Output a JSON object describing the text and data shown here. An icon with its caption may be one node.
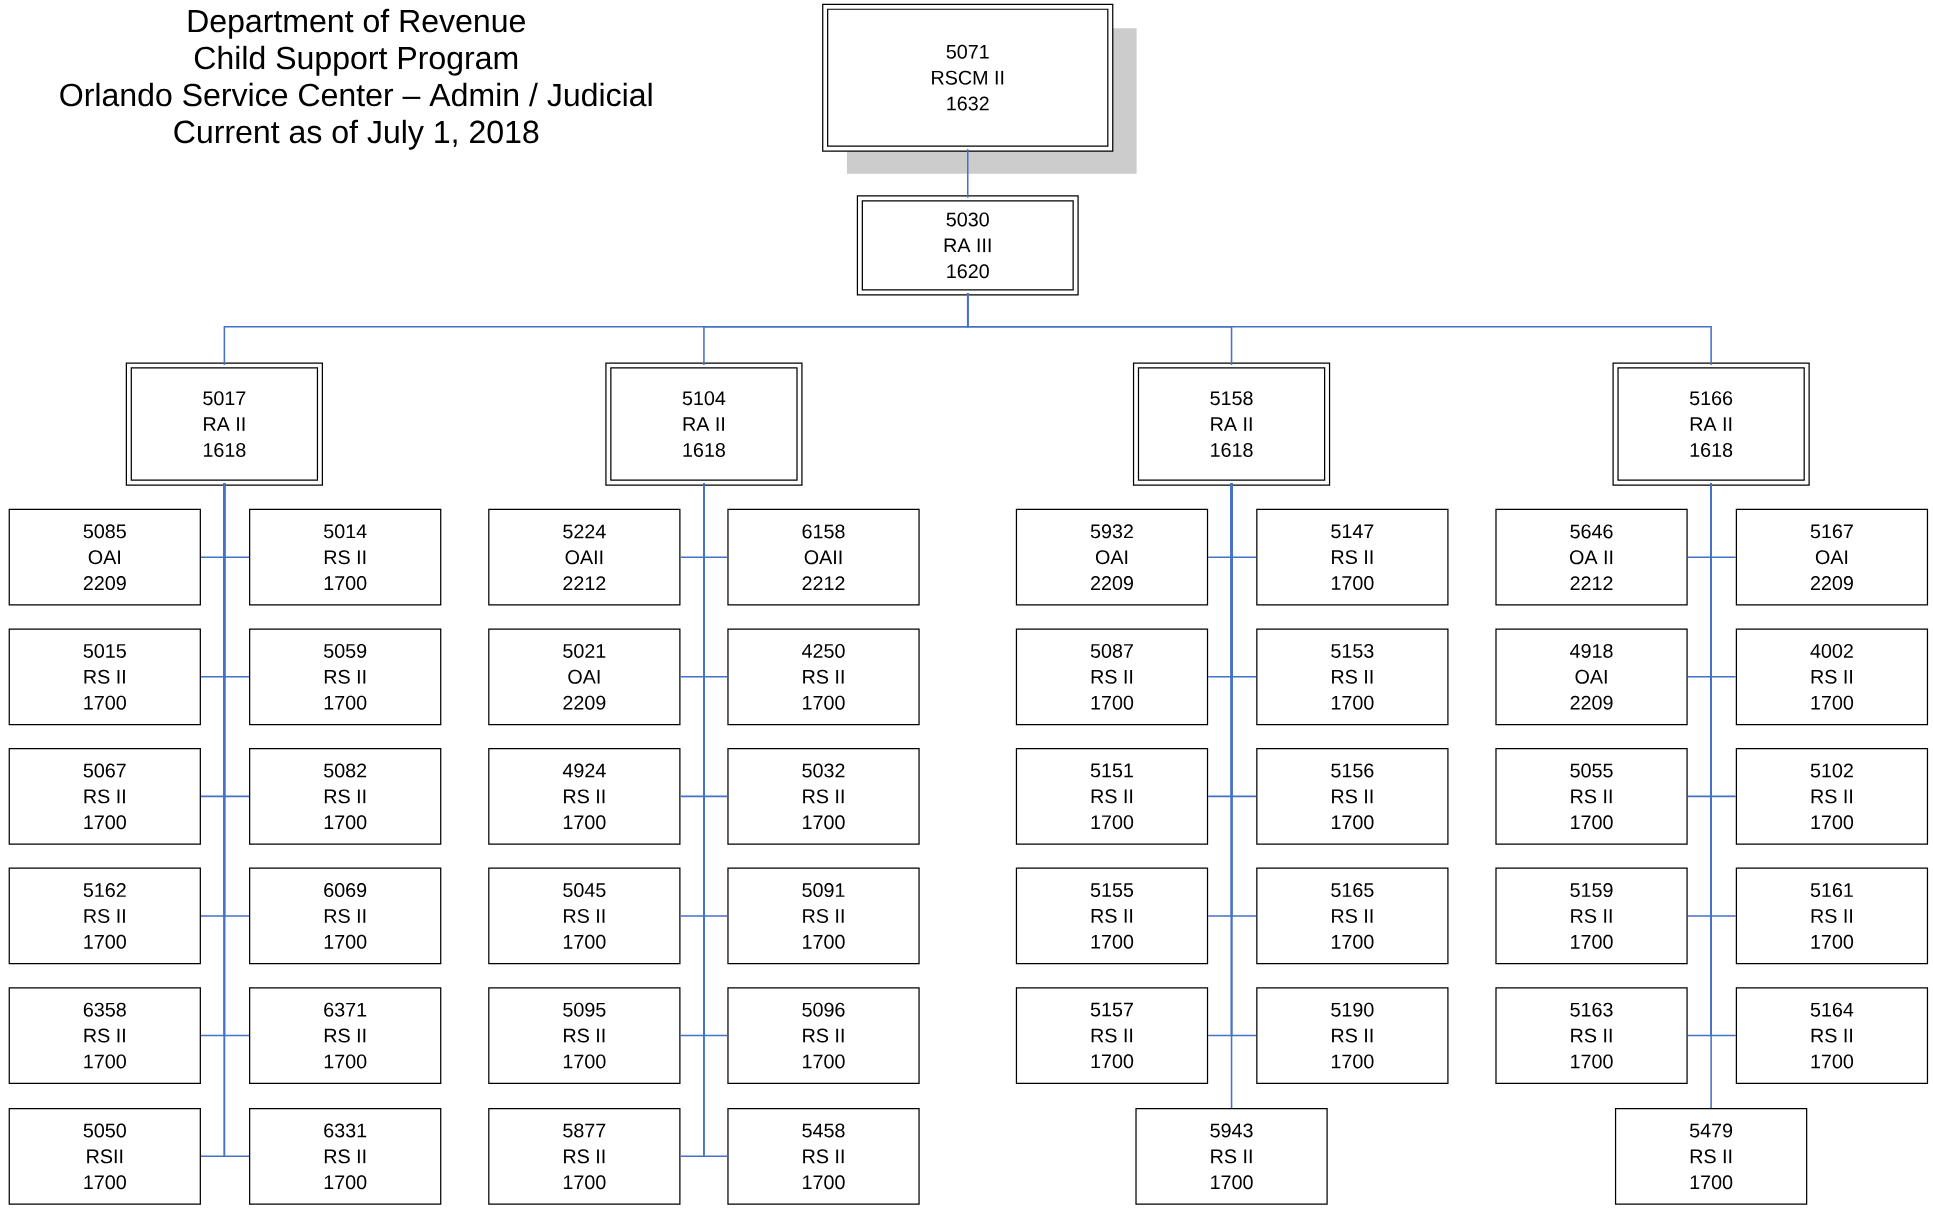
{
  "diagram": {
    "title": "Department of Revenue",
    "nodes": [
      {
        "text": [
          "5071",
          "RSCM II",
          "1632"
        ]
      },
      {
        "text": [
          "5030",
          "RA III",
          "1620"
        ]
      },
      {
        "text": [
          "5017",
          "RA II",
          "1618"
        ]
      },
      {
        "text": [
          "5104",
          "RA II",
          "1618"
        ]
      },
      {
        "text": [
          "5158",
          "RA II",
          "1618"
        ]
      },
      {
        "text": [
          "5166",
          "RA II",
          "1618"
        ]
      },
      {
        "text": [
          "5085",
          "OAI",
          "2209"
        ]
      },
      {
        "text": [
          "5014",
          "RS II",
          "1700"
        ]
      },
      {
        "text": [
          "5015",
          "RS II",
          "1700"
        ]
      },
      {
        "text": [
          "5059",
          "RS II",
          "1700"
        ]
      },
      {
        "text": [
          "5067",
          "RS II",
          "1700"
        ]
      },
      {
        "text": [
          "5082",
          "RS II",
          "1700"
        ]
      },
      {
        "text": [
          "5162",
          "RS II",
          "1700"
        ]
      },
      {
        "text": [
          "6069",
          "RS II",
          "1700"
        ]
      },
      {
        "text": [
          "6358",
          "RS II",
          "1700"
        ]
      },
      {
        "text": [
          "6371",
          "RS II",
          "1700"
        ]
      },
      {
        "text": [
          "5050",
          "RSII",
          "1700"
        ]
      },
      {
        "text": [
          "6331",
          "RS II",
          "1700"
        ]
      },
      {
        "text": [
          "5224",
          "OAII",
          "2212"
        ]
      },
      {
        "text": [
          "6158",
          "OAII",
          "2212"
        ]
      },
      {
        "text": [
          "5021",
          "OAI",
          "2209"
        ]
      },
      {
        "text": [
          "4250",
          "RS II",
          "1700"
        ]
      },
      {
        "text": [
          "4924",
          "RS II",
          "1700"
        ]
      },
      {
        "text": [
          "5032",
          "RS II",
          "1700"
        ]
      },
      {
        "text": [
          "5045",
          "RS II",
          "1700"
        ]
      },
      {
        "text": [
          "5091",
          "RS II",
          "1700"
        ]
      },
      {
        "text": [
          "5095",
          "RS II",
          "1700"
        ]
      },
      {
        "text": [
          "5096",
          "RS II",
          "1700"
        ]
      },
      {
        "text": [
          "5877",
          "RS II",
          "1700"
        ]
      },
      {
        "text": [
          "5458",
          "RS II",
          "1700"
        ]
      },
      {
        "text": [
          "5932",
          "OAI",
          "2209"
        ]
      },
      {
        "text": [
          "5147",
          "RS II",
          "1700"
        ]
      },
      {
        "text": [
          "5087",
          "RS II",
          "1700"
        ]
      },
      {
        "text": [
          "5153",
          "RS II",
          "1700"
        ]
      },
      {
        "text": [
          "5151",
          "RS II",
          "1700"
        ]
      },
      {
        "text": [
          "5156",
          "RS II",
          "1700"
        ]
      },
      {
        "text": [
          "5155",
          "RS II",
          "1700"
        ]
      },
      {
        "text": [
          "5165",
          "RS II",
          "1700"
        ]
      },
      {
        "text": [
          "5157",
          "RS II",
          "1700"
        ]
      },
      {
        "text": [
          "5190",
          "RS II",
          "1700"
        ]
      },
      {
        "text": [
          "5943",
          "RS II",
          "1700"
        ]
      },
      {
        "text": [
          "5646",
          "OA II",
          "2212"
        ]
      },
      {
        "text": [
          "5167",
          "OAI",
          "2209"
        ]
      },
      {
        "text": [
          "4918",
          "OAI",
          "2209"
        ]
      },
      {
        "text": [
          "4002",
          "RS II",
          "1700"
        ]
      },
      {
        "text": [
          "5055",
          "RS II",
          "1700"
        ]
      },
      {
        "text": [
          "5102",
          "RS II",
          "1700"
        ]
      },
      {
        "text": [
          "5159",
          "RS II",
          "1700"
        ]
      },
      {
        "text": [
          "5161",
          "RS II",
          "1700"
        ]
      },
      {
        "text": [
          "5163",
          "RS II",
          "1700"
        ]
      },
      {
        "text": [
          "5164",
          "RS II",
          "1700"
        ]
      },
      {
        "text": [
          "5479",
          "RS II",
          "1700"
        ]
      }
    ],
    "edges": [
      {
        "from": 0,
        "to": 1,
        "arrow": "none"
      },
      {
        "from": 1,
        "to": 2,
        "arrow": "none"
      },
      {
        "from": 1,
        "to": 3,
        "arrow": "none"
      },
      {
        "from": 1,
        "to": 4,
        "arrow": "none"
      },
      {
        "from": 1,
        "to": 5,
        "arrow": "none"
      },
      {
        "from": 2,
        "to": 6,
        "arrow": "none"
      },
      {
        "from": 2,
        "to": 7,
        "arrow": "none"
      },
      {
        "from": 2,
        "to": 8,
        "arrow": "none"
      },
      {
        "from": 2,
        "to": 9,
        "arrow": "none"
      },
      {
        "from": 2,
        "to": 10,
        "arrow": "none"
      },
      {
        "from": 2,
        "to": 11,
        "arrow": "none"
      },
      {
        "from": 2,
        "to": 12,
        "arrow": "none"
      },
      {
        "from": 2,
        "to": 13,
        "arrow": "none"
      },
      {
        "from": 2,
        "to": 14,
        "arrow": "none"
      },
      {
        "from": 2,
        "to": 15,
        "arrow": "none"
      },
      {
        "from": 2,
        "to": 16,
        "arrow": "none"
      },
      {
        "from": 2,
        "to": 17,
        "arrow": "none"
      },
      {
        "from": 3,
        "to": 18,
        "arrow": "none"
      },
      {
        "from": 3,
        "to": 19,
        "arrow": "none"
      },
      {
        "from": 3,
        "to": 20,
        "arrow": "none"
      },
      {
        "from": 3,
        "to": 21,
        "arrow": "none"
      },
      {
        "from": 3,
        "to": 22,
        "arrow": "none"
      },
      {
        "from": 3,
        "to": 23,
        "arrow": "none"
      },
      {
        "from": 3,
        "to": 24,
        "arrow": "none"
      },
      {
        "from": 3,
        "to": 25,
        "arrow": "none"
      },
      {
        "from": 3,
        "to": 26,
        "arrow": "none"
      },
      {
        "from": 3,
        "to": 27,
        "arrow": "none"
      },
      {
        "from": 3,
        "to": 28,
        "arrow": "none"
      },
      {
        "from": 3,
        "to": 29,
        "arrow": "none"
      },
      {
        "from": 4,
        "to": 30,
        "arrow": "none"
      },
      {
        "from": 4,
        "to": 31,
        "arrow": "none"
      },
      {
        "from": 4,
        "to": 32,
        "arrow": "none"
      },
      {
        "from": 4,
        "to": 33,
        "arrow": "none"
      },
      {
        "from": 4,
        "to": 34,
        "arrow": "none"
      },
      {
        "from": 4,
        "to": 35,
        "arrow": "none"
      },
      {
        "from": 4,
        "to": 36,
        "arrow": "none"
      },
      {
        "from": 4,
        "to": 37,
        "arrow": "none"
      },
      {
        "from": 4,
        "to": 38,
        "arrow": "none"
      },
      {
        "from": 4,
        "to": 39,
        "arrow": "none"
      },
      {
        "from": 4,
        "to": 40,
        "arrow": "none"
      },
      {
        "from": 5,
        "to": 41,
        "arrow": "none"
      },
      {
        "from": 5,
        "to": 42,
        "arrow": "none"
      },
      {
        "from": 5,
        "to": 43,
        "arrow": "none"
      },
      {
        "from": 5,
        "to": 44,
        "arrow": "none"
      },
      {
        "from": 5,
        "to": 45,
        "arrow": "none"
      },
      {
        "from": 5,
        "to": 46,
        "arrow": "none"
      },
      {
        "from": 5,
        "to": 47,
        "arrow": "none"
      },
      {
        "from": 5,
        "to": 48,
        "arrow": "none"
      },
      {
        "from": 5,
        "to": 49,
        "arrow": "none"
      },
      {
        "from": 5,
        "to": 50,
        "arrow": "none"
      },
      {
        "from": 5,
        "to": 51,
        "arrow": "none"
      }
    ],
    "labels": [
      "Child Support Program",
      "Orlando Service Center – Admin / Judicial",
      "Current as of July 1, 2018"
    ]
  }
}
